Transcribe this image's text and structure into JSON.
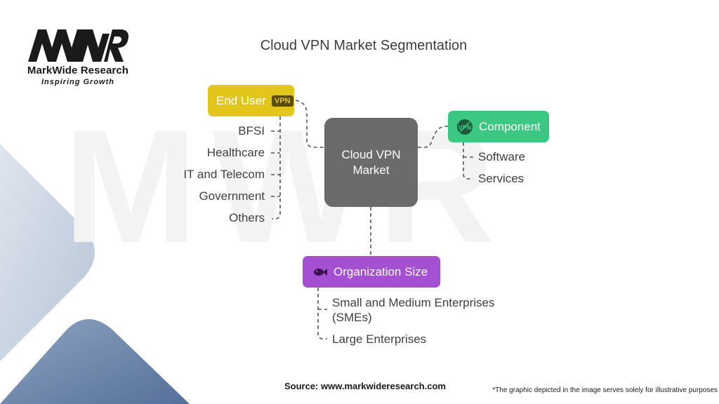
{
  "logo": {
    "mark_text": "MWR",
    "name": "MarkWide Research",
    "tagline": "Inspiring Growth"
  },
  "title": "Cloud VPN Market Segmentation",
  "center": {
    "label": "Cloud VPN Market"
  },
  "segments": {
    "end_user": {
      "label": "End User",
      "badge": "VPN",
      "color": "#e3c61c",
      "items": [
        "BFSI",
        "Healthcare",
        "IT and Telecom",
        "Government",
        "Others"
      ]
    },
    "component": {
      "label": "Component",
      "icon": "vpn-shield-icon",
      "color": "#3cc882",
      "items": [
        "Software",
        "Services"
      ]
    },
    "organization_size": {
      "label": "Organization Size",
      "icon": "fish-icon",
      "color": "#a54fd3",
      "items": [
        "Small and Medium Enterprises",
        "(SMEs)",
        "Large Enterprises"
      ]
    }
  },
  "footer": {
    "source": "Source: www.markwideresearch.com",
    "disclaimer": "*The graphic depicted in the image serves solely for illustrative purposes"
  }
}
